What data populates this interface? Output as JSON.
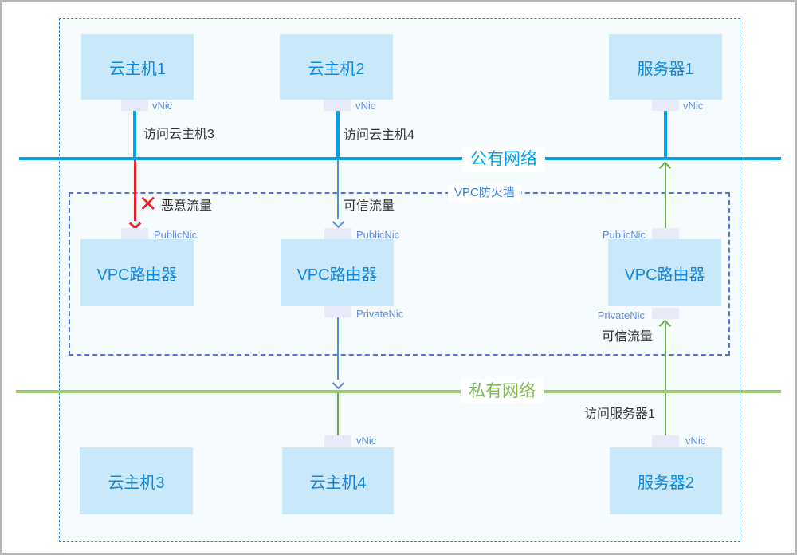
{
  "palette": {
    "node_fill": "#C9E9FA",
    "node_text": "#1287DB",
    "port_fill": "#E8EAF9",
    "nic_text": "#5E8DE9",
    "public_network": "#00A3E8",
    "private_network_line": "#9BCB6E",
    "private_network_text": "#7ABA52",
    "trusted_flow_green": "#6BAE47",
    "trusted_flow_blue": "#4D8FD8",
    "malicious_red": "#E8242C",
    "firewall_border": "#4A79E3",
    "outer_region_border": "#2583D5"
  },
  "networks": {
    "public": {
      "label": "公有网络"
    },
    "private": {
      "label": "私有网络"
    }
  },
  "firewall": {
    "label": "VPC防火墙"
  },
  "nodes": {
    "host1": {
      "label": "云主机1",
      "nic_label": "vNic"
    },
    "host2": {
      "label": "云主机2",
      "nic_label": "vNic"
    },
    "server1": {
      "label": "服务器1",
      "nic_label": "vNic"
    },
    "router_left": {
      "label": "VPC路由器",
      "public_nic_label": "PublicNic"
    },
    "router_mid": {
      "label": "VPC路由器",
      "public_nic_label": "PublicNic",
      "private_nic_label": "PrivateNic"
    },
    "router_right": {
      "label": "VPC路由器",
      "public_nic_label": "PublicNic",
      "private_nic_label": "PrivateNic"
    },
    "host3": {
      "label": "云主机3"
    },
    "host4": {
      "label": "云主机4",
      "nic_label": "vNic"
    },
    "server2": {
      "label": "服务器2",
      "nic_label": "vNic"
    }
  },
  "flows": {
    "access_host3": {
      "label": "访问云主机3"
    },
    "access_host4": {
      "label": "访问云主机4"
    },
    "malicious": {
      "label": "恶意流量",
      "mark": "✕"
    },
    "trusted_mid": {
      "label": "可信流量"
    },
    "trusted_right": {
      "label": "可信流量"
    },
    "access_server1": {
      "label": "访问服务器1"
    }
  }
}
